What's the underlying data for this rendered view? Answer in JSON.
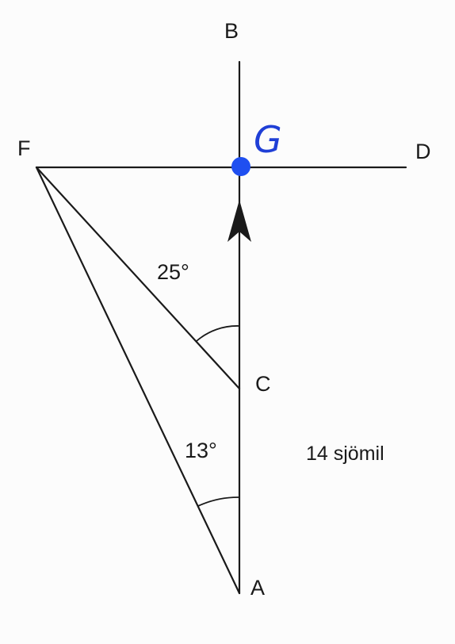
{
  "diagram": {
    "points": {
      "A": "A",
      "B": "B",
      "C": "C",
      "D": "D",
      "F": "F"
    },
    "angles": {
      "at_C": "25°",
      "at_A": "13°"
    },
    "distance_label": "14 sjömil",
    "annotation": {
      "label": "G",
      "color": "#1f4ff0"
    }
  }
}
